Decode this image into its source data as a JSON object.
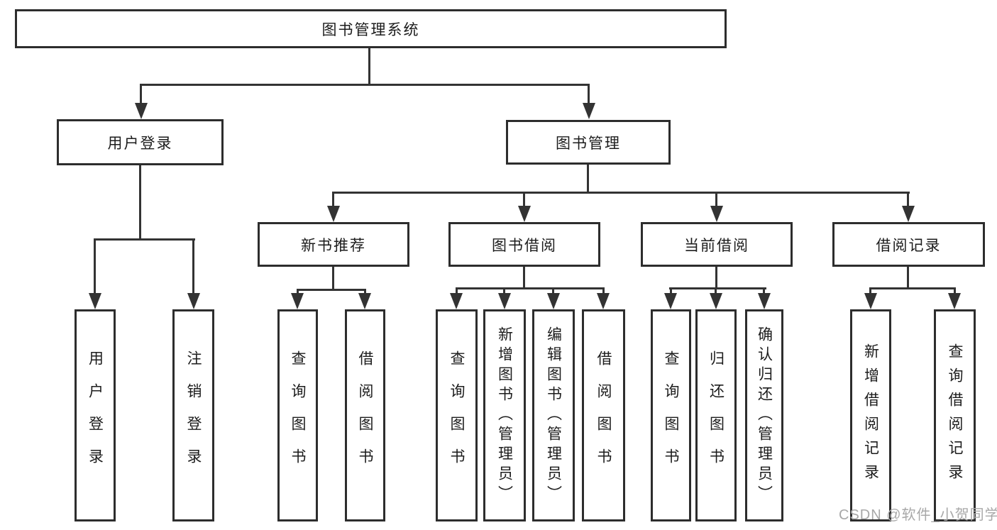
{
  "nodes": {
    "root": {
      "label": "图书管理系统"
    },
    "user_login": {
      "label": "用户登录",
      "children": [
        {
          "label": "用户登录"
        },
        {
          "label": "注销登录"
        }
      ]
    },
    "book_mgmt": {
      "label": "图书管理",
      "children": [
        {
          "label": "新书推荐",
          "children": [
            {
              "label": "查询图书"
            },
            {
              "label": "借阅图书"
            }
          ]
        },
        {
          "label": "图书借阅",
          "children": [
            {
              "label": "查询图书"
            },
            {
              "label": "新增图书（管理员）"
            },
            {
              "label": "编辑图书（管理员）"
            },
            {
              "label": "借阅图书"
            }
          ]
        },
        {
          "label": "当前借阅",
          "children": [
            {
              "label": "查询图书"
            },
            {
              "label": "归还图书"
            },
            {
              "label": "确认归还（管理员）"
            }
          ]
        },
        {
          "label": "借阅记录",
          "children": [
            {
              "label": "新增借阅记录"
            },
            {
              "label": "查询借阅记录"
            }
          ]
        }
      ]
    }
  },
  "watermark": "CSDN @软件_小贺同学",
  "colors": {
    "line": "#333333",
    "box_border": "#2d2d2d",
    "text": "#1c1c1c",
    "watermark": "#a8a8a8",
    "background": "#ffffff"
  }
}
